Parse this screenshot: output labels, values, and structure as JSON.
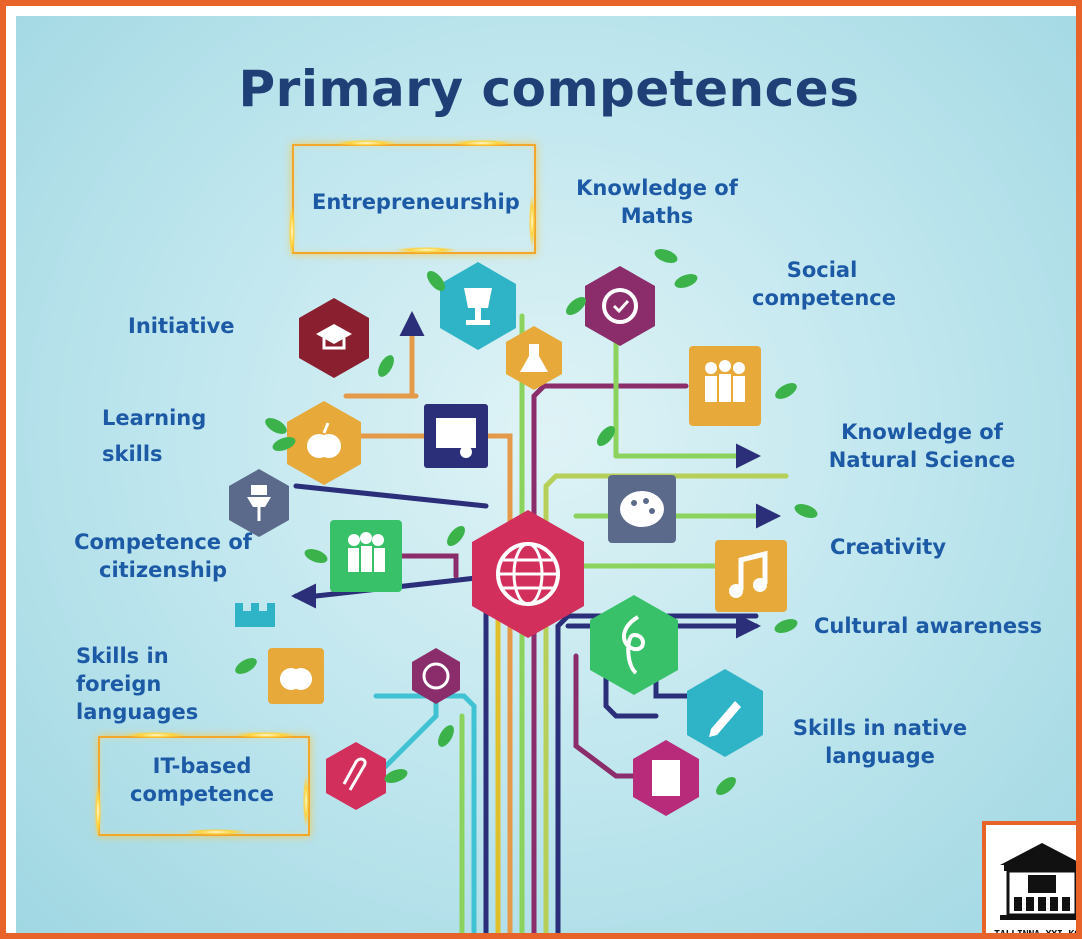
{
  "title": "Primary competences",
  "labels": {
    "entrepreneurship": "Entrepreneurship",
    "maths": [
      "Knowledge of",
      "Maths"
    ],
    "social": [
      "Social",
      "competence"
    ],
    "initiative": "Initiative",
    "learning": [
      "Learning",
      "skills"
    ],
    "natural_science": [
      "Knowledge of",
      "Natural Science"
    ],
    "citizenship": [
      "Competence of",
      "citizenship"
    ],
    "creativity": "Creativity",
    "cultural": "Cultural awareness",
    "foreign": [
      "Skills in",
      "foreign",
      "languages"
    ],
    "native": [
      "Skills in native",
      "language"
    ],
    "it": [
      "IT-based",
      "competence"
    ]
  },
  "logo": {
    "text": "TALLINNA XXI KOOL"
  },
  "icons": [
    "graduation-cap-icon",
    "trophy-icon",
    "flask-icon",
    "clock-icon",
    "people-icon",
    "certificate-icon",
    "apple-icon",
    "pushpin-icon",
    "palette-icon",
    "globe-icon",
    "music-note-icon",
    "treble-clef-icon",
    "pencil-icon",
    "notebook-icon",
    "paperclip-icon",
    "castle-icon"
  ],
  "colors": {
    "frame": "#e8632a",
    "title": "#1f3f77",
    "label": "#1d5aa6",
    "highlight": "#f1a72c"
  }
}
